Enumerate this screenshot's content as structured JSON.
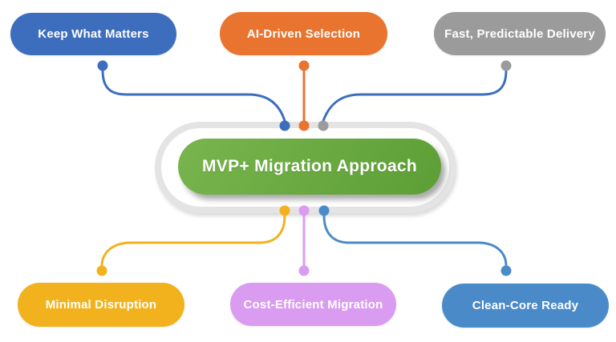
{
  "diagram": {
    "background": "#ffffff",
    "ring_color": "#e4e4e4",
    "center": {
      "label": "MVP+ Migration Approach",
      "fill_top": "#79b54e",
      "fill_bottom": "#5c9e35",
      "text_color": "#ffffff"
    },
    "connector_blue": "#3d6ebe",
    "nodes": [
      {
        "id": "keep-what-matters",
        "label": "Keep What Matters",
        "color": "#3d6ebe",
        "position": "top-left"
      },
      {
        "id": "ai-driven-selection",
        "label": "AI-Driven Selection",
        "color": "#e97430",
        "position": "top-center"
      },
      {
        "id": "fast-predictable-delivery",
        "label": "Fast, Predictable Delivery",
        "color": "#9b9b9b",
        "position": "top-right"
      },
      {
        "id": "minimal-disruption",
        "label": "Minimal Disruption",
        "color": "#f2b21e",
        "position": "bottom-left"
      },
      {
        "id": "cost-efficient-migration",
        "label": "Cost-Efficient Migration",
        "color": "#d99cf0",
        "position": "bottom-center"
      },
      {
        "id": "clean-core-ready",
        "label": "Clean-Core Ready",
        "color": "#4b8ac8",
        "position": "bottom-right"
      }
    ]
  }
}
